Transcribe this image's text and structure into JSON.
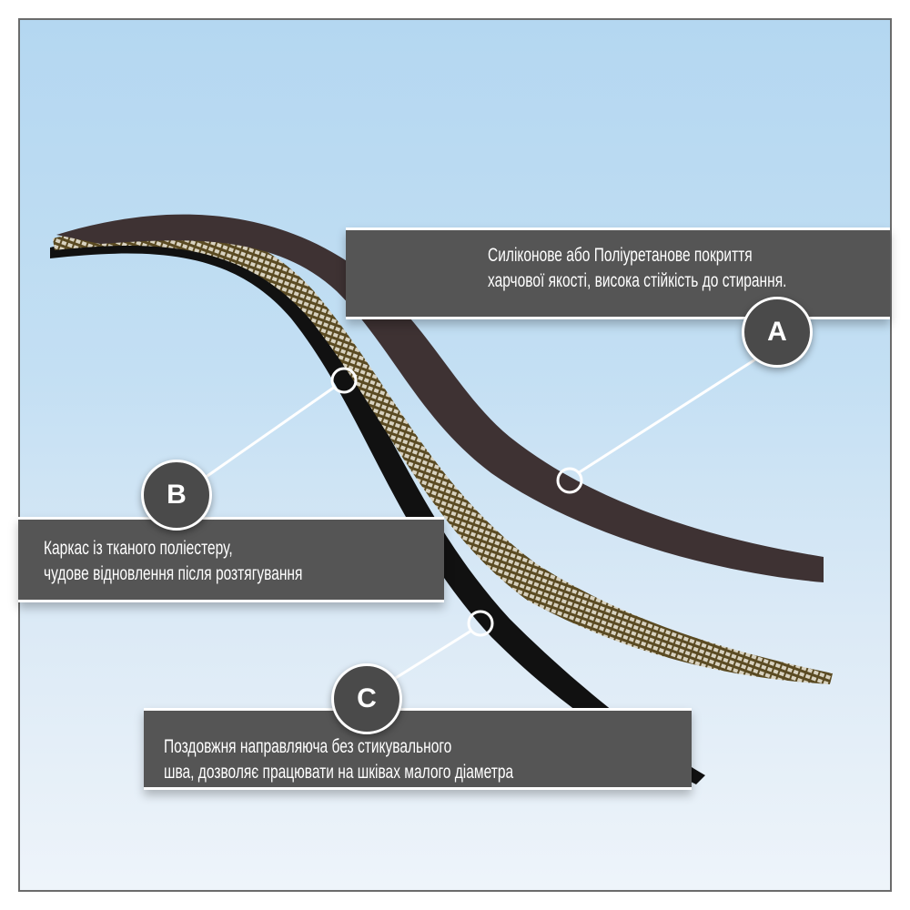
{
  "callouts": [
    {
      "letter": "A",
      "lines": [
        "Силіконове або Поліуретанове покриття",
        "харчової якості, висока стійкість до стирання."
      ]
    },
    {
      "letter": "B",
      "lines": [
        "Каркас із тканого поліестеру,",
        "чудове відновлення після розтягування"
      ]
    },
    {
      "letter": "C",
      "lines": [
        "Поздовжня направляюча без стикувального",
        "шва, дозволяє працювати на шківах малого діаметра"
      ]
    }
  ],
  "colors": {
    "panel": "#555555",
    "coating": "#3e3233",
    "mesh": "#6b5a2e",
    "base": "#111111",
    "sky": "#b4d7f1"
  }
}
